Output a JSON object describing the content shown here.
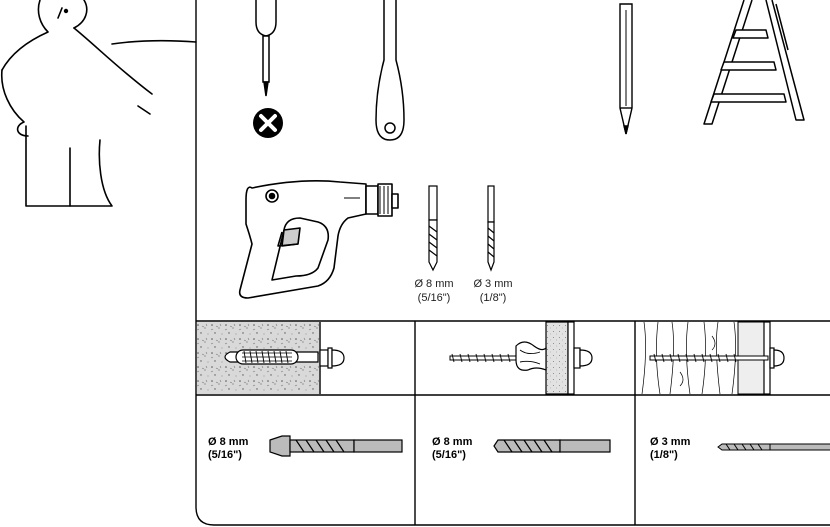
{
  "tools": {
    "drill_bits": [
      {
        "diameter": "Ø 8 mm",
        "imperial": "(5/16\")"
      },
      {
        "diameter": "Ø 3 mm",
        "imperial": "(1/8\")"
      }
    ]
  },
  "wall_types": [
    {
      "material": "concrete",
      "bit_diameter": "Ø 8 mm",
      "bit_imperial": "(5/16\")"
    },
    {
      "material": "drywall",
      "bit_diameter": "Ø 8 mm",
      "bit_imperial": "(5/16\")"
    },
    {
      "material": "wood",
      "bit_diameter": "Ø 3 mm",
      "bit_imperial": "(1/8\")"
    }
  ],
  "colors": {
    "line": "#000000",
    "shade": "#c8c8c8",
    "light": "#e6e6e6"
  }
}
